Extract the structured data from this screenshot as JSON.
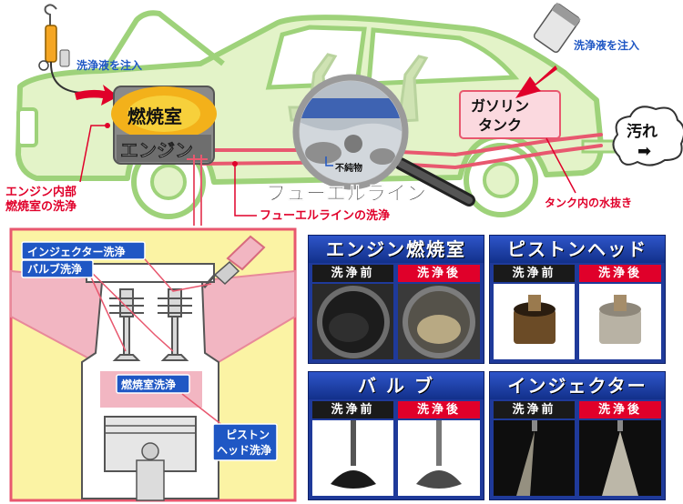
{
  "car": {
    "inject_label_left": "洗浄液を注入",
    "inject_label_right": "洗浄液を注入",
    "combustion_label": "燃焼室",
    "engine_label": "エンジン",
    "engine_internal_label_line1": "エンジン内部",
    "engine_internal_label_line2": "燃焼室の洗浄",
    "impurity_label": "不純物",
    "fuel_line_label": "フューエルライン",
    "fuel_line_wash_label": "フューエルラインの洗浄",
    "tank_label_line1": "ガソリン",
    "tank_label_line2": "タンク",
    "tank_water_label": "タンク内の水抜き",
    "dirt_label": "汚れ",
    "dirt_arrow": "➡"
  },
  "cutaway": {
    "injector_wash": "インジェクター洗浄",
    "valve_wash": "バルブ洗浄",
    "chamber_wash": "燃焼室洗浄",
    "piston_wash_line1": "ピストン",
    "piston_wash_line2": "ヘッド洗浄"
  },
  "panels": [
    {
      "title": "エンジン燃焼室",
      "before": "洗浄前",
      "after": "洗浄後"
    },
    {
      "title": "ピストンヘッド",
      "before": "洗浄前",
      "after": "洗浄後"
    },
    {
      "title": "バ ル ブ",
      "before": "洗浄前",
      "after": "洗浄後"
    },
    {
      "title": "インジェクター",
      "before": "洗浄前",
      "after": "洗浄後"
    }
  ],
  "colors": {
    "car_outline": "#9ed27a",
    "car_fill": "#e3f3c8",
    "fuel_line": "#e8586f",
    "accent_red": "#e0002a",
    "accent_blue": "#1f57c4",
    "panel_blue": "#1f3a9a",
    "cutaway_yellow": "#fbf3a4"
  }
}
